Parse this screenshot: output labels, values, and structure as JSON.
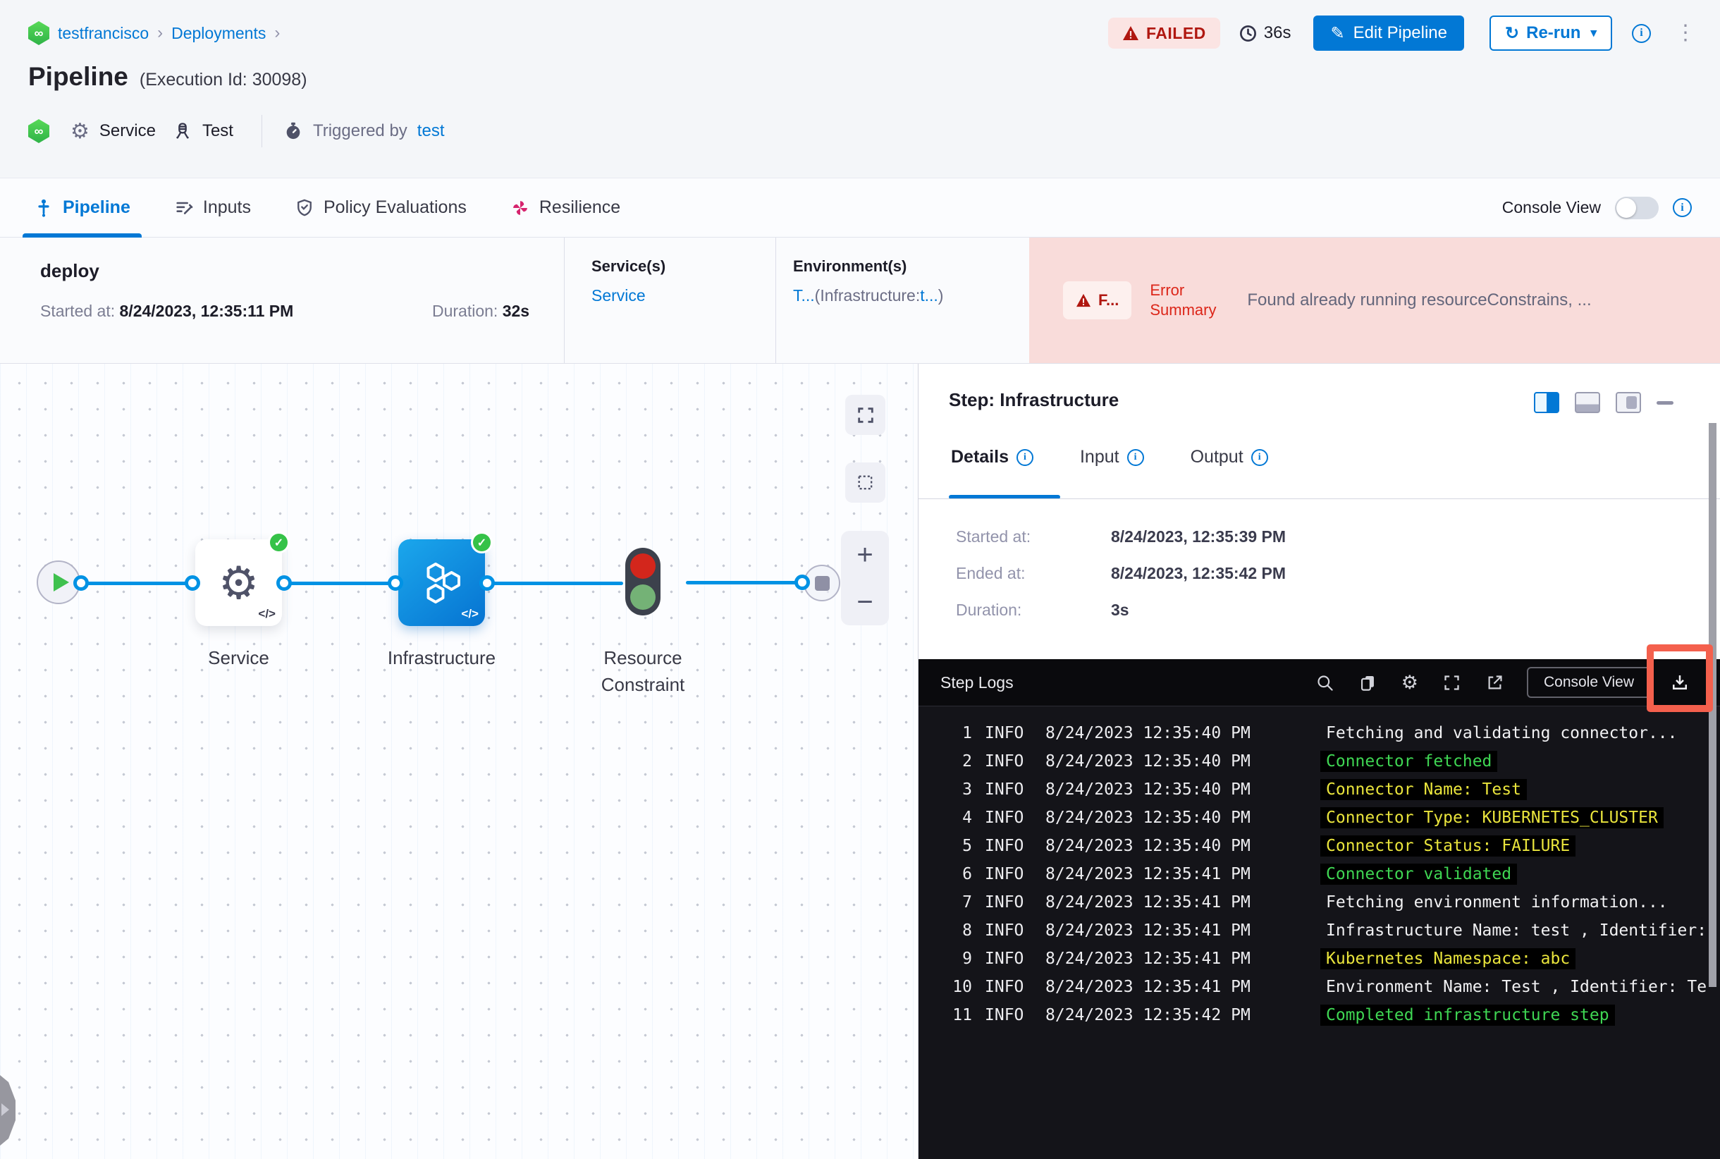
{
  "colors": {
    "primary_blue": "#0278d5",
    "edge_blue": "#0092e4",
    "success_green": "#35c248",
    "failed_text": "#b01710",
    "failed_bg": "#fbe4e3",
    "error_bar_bg": "#f9dcda",
    "error_label_red": "#dc2619",
    "resilience_pink": "#d6246e",
    "console_bg": "#141419",
    "log_green": "#3fd653",
    "log_yellow": "#e9e43c",
    "annotation_red": "#f4604d"
  },
  "icons": {
    "infinity": "∞",
    "gear": "⚙",
    "check": "✓",
    "pencil": "✎",
    "refresh": "↻",
    "caret_down": "▾",
    "kebab": "⋮",
    "info": "i",
    "warning": "▲"
  },
  "breadcrumb": {
    "project": "testfrancisco",
    "section": "Deployments",
    "separator": "›"
  },
  "header": {
    "title": "Pipeline",
    "execution_id": "(Execution Id: 30098)",
    "status": "FAILED",
    "elapsed": "36s",
    "edit_button": "Edit Pipeline",
    "rerun_button": "Re-run",
    "service_label": "Service",
    "test_label": "Test",
    "triggered_by_label": "Triggered by",
    "triggered_by_user": "test"
  },
  "tabs": [
    {
      "label": "Pipeline"
    },
    {
      "label": "Inputs"
    },
    {
      "label": "Policy Evaluations"
    },
    {
      "label": "Resilience"
    }
  ],
  "console_view_label": "Console View",
  "stage": {
    "name": "deploy",
    "started_label": "Started at:",
    "started_value": "8/24/2023, 12:35:11 PM",
    "duration_label": "Duration:",
    "duration_value": "32s",
    "services_label": "Service(s)",
    "service_value": "Service",
    "environments_label": "Environment(s)",
    "env_prefix": "T...",
    "env_mid": "(Infrastructure:",
    "env_user": "t...",
    "env_suffix": ")",
    "failed_abbrev": "F...",
    "error_label": "Error Summary",
    "error_text": "Found already running resourceConstrains, ..."
  },
  "canvas": {
    "nodes": {
      "service": "Service",
      "infrastructure": "Infrastructure",
      "resource_constraint": "Resource Constraint"
    },
    "code_glyph": "</>",
    "zoom_in": "+",
    "zoom_out": "−"
  },
  "step_panel": {
    "title": "Step: Infrastructure",
    "tabs": [
      {
        "label": "Details"
      },
      {
        "label": "Input"
      },
      {
        "label": "Output"
      }
    ],
    "details": [
      {
        "label": "Started at:",
        "value": "8/24/2023, 12:35:39 PM"
      },
      {
        "label": "Ended at:",
        "value": "8/24/2023, 12:35:42 PM"
      },
      {
        "label": "Duration:",
        "value": "3s"
      }
    ]
  },
  "step_logs": {
    "title": "Step Logs",
    "console_view_button": "Console View",
    "rows": [
      {
        "num": "1",
        "level": "INFO",
        "time": "8/24/2023 12:35:40 PM",
        "message": "Fetching and validating connector...",
        "color": "white"
      },
      {
        "num": "2",
        "level": "INFO",
        "time": "8/24/2023 12:35:40 PM",
        "message": "Connector fetched",
        "color": "green"
      },
      {
        "num": "3",
        "level": "INFO",
        "time": "8/24/2023 12:35:40 PM",
        "message": "Connector Name: Test",
        "color": "yellow"
      },
      {
        "num": "4",
        "level": "INFO",
        "time": "8/24/2023 12:35:40 PM",
        "message": "Connector Type: KUBERNETES_CLUSTER",
        "color": "yellow"
      },
      {
        "num": "5",
        "level": "INFO",
        "time": "8/24/2023 12:35:40 PM",
        "message": "Connector Status: FAILURE",
        "color": "yellow"
      },
      {
        "num": "6",
        "level": "INFO",
        "time": "8/24/2023 12:35:41 PM",
        "message": "Connector validated",
        "color": "green"
      },
      {
        "num": "7",
        "level": "INFO",
        "time": "8/24/2023 12:35:41 PM",
        "message": "Fetching environment information...",
        "color": "white"
      },
      {
        "num": "8",
        "level": "INFO",
        "time": "8/24/2023 12:35:41 PM",
        "message": "Infrastructure Name: test , Identifier:",
        "color": "white"
      },
      {
        "num": "9",
        "level": "INFO",
        "time": "8/24/2023 12:35:41 PM",
        "message": "Kubernetes Namespace: abc",
        "color": "yellow"
      },
      {
        "num": "10",
        "level": "INFO",
        "time": "8/24/2023 12:35:41 PM",
        "message": "Environment Name: Test , Identifier: Te",
        "color": "white"
      },
      {
        "num": "11",
        "level": "INFO",
        "time": "8/24/2023 12:35:42 PM",
        "message": "Completed infrastructure step",
        "color": "green"
      }
    ]
  }
}
